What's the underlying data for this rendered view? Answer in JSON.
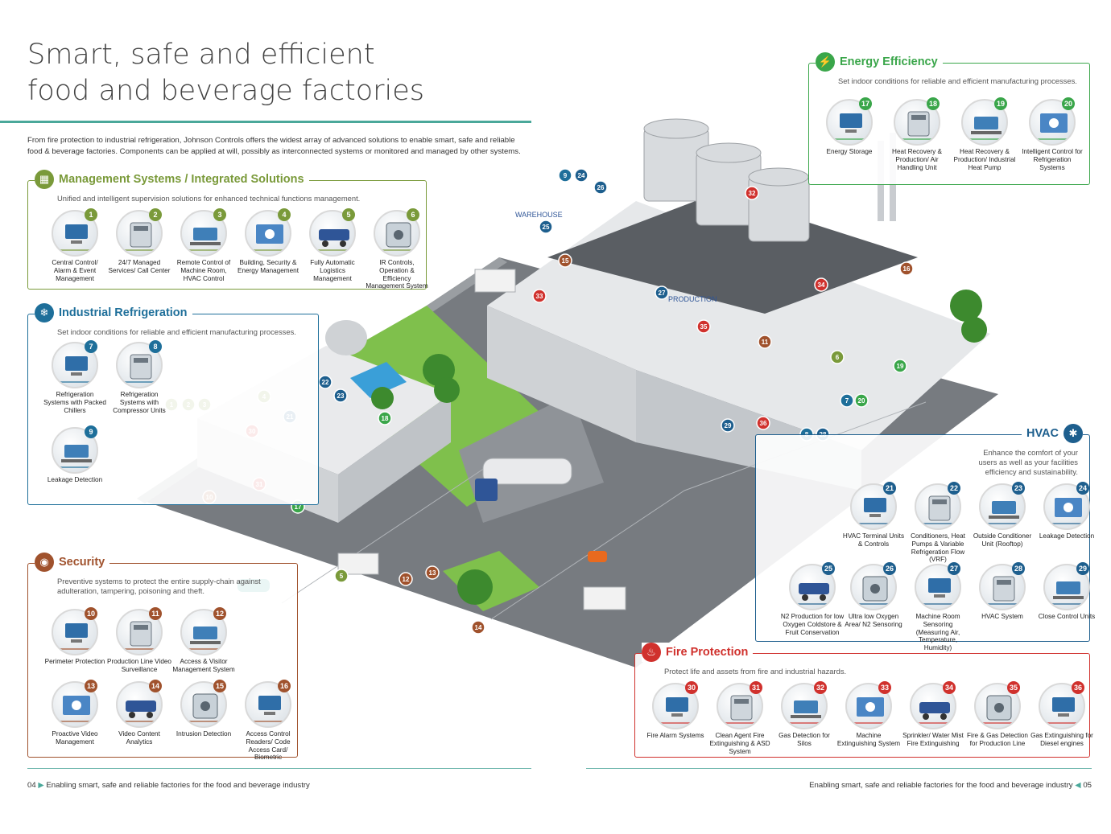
{
  "title": {
    "line1": "Smart, safe and efficient",
    "line2": "food and beverage factories"
  },
  "intro": "From fire protection to industrial refrigeration, Johnson Controls offers the widest array of advanced solutions to enable smart, safe and reliable food & beverage factories. Components can be applied at will, possibly as interconnected systems or monitored and managed by other systems.",
  "colors": {
    "management": "#7a9a3a",
    "refrigeration": "#1e6f9a",
    "security": "#a0522d",
    "energy": "#3aa64a",
    "hvac": "#1e5f8e",
    "fire": "#d0312d",
    "rule": "#4aa89a"
  },
  "scene": {
    "warehouse": "WAREHOUSE",
    "production": "PRODUCTION"
  },
  "sections": {
    "management": {
      "title": "Management Systems / Integrated Solutions",
      "desc": "Unified and intelligent supervision solutions for enhanced technical functions management.",
      "items": [
        {
          "num": "1",
          "label": "Central Control/ Alarm & Event Management",
          "icon": "monitor-icon"
        },
        {
          "num": "2",
          "label": "24/7 Managed Services/ Call Center",
          "icon": "keypad-icon"
        },
        {
          "num": "3",
          "label": "Remote Control of Machine Room, HVAC Control",
          "icon": "laptop-icon"
        },
        {
          "num": "4",
          "label": "Building, Security & Energy Management",
          "icon": "dashboard-icon"
        },
        {
          "num": "5",
          "label": "Fully Automatic Logistics Management",
          "icon": "truck-icon"
        },
        {
          "num": "6",
          "label": "IR Controls, Operation & Efficiency Management System",
          "icon": "controller-icon"
        }
      ]
    },
    "refrigeration": {
      "title": "Industrial Refrigeration",
      "desc": "Set indoor conditions for reliable and efficient manufacturing processes.",
      "items": [
        {
          "num": "7",
          "label": "Refrigeration Systems with Packed Chillers",
          "icon": "chiller-icon"
        },
        {
          "num": "8",
          "label": "Refrigeration Systems with Compressor Units",
          "icon": "compressor-icon"
        },
        {
          "num": "9",
          "label": "Leakage Detection",
          "icon": "leak-sensor-icon"
        }
      ]
    },
    "security": {
      "title": "Security",
      "desc": "Preventive systems to protect the entire supply-chain against adulteration, tampering, poisoning and theft.",
      "items": [
        {
          "num": "10",
          "label": "Perimeter Protection",
          "icon": "intruder-icon"
        },
        {
          "num": "11",
          "label": "Production Line Video Surveillance",
          "icon": "camera-icon"
        },
        {
          "num": "12",
          "label": "Access & Visitor Management System",
          "icon": "access-terminal-icon"
        },
        {
          "num": "13",
          "label": "Proactive Video Management",
          "icon": "video-server-icon"
        },
        {
          "num": "14",
          "label": "Video Content Analytics",
          "icon": "bullet-camera-icon"
        },
        {
          "num": "15",
          "label": "Intrusion Detection",
          "icon": "door-sensor-icon"
        },
        {
          "num": "16",
          "label": "Access Control Readers/ Code Access Card/ Biometric",
          "icon": "card-reader-icon"
        }
      ]
    },
    "energy": {
      "title": "Energy Efficiency",
      "desc": "Set indoor conditions for reliable and efficient manufacturing processes.",
      "items": [
        {
          "num": "17",
          "label": "Energy Storage",
          "icon": "battery-cabinet-icon"
        },
        {
          "num": "18",
          "label": "Heat Recovery & Production/ Air Handling Unit",
          "icon": "heat-recovery-icon"
        },
        {
          "num": "19",
          "label": "Heat Recovery & Production/ Industrial Heat Pump",
          "icon": "heat-pump-icon"
        },
        {
          "num": "20",
          "label": "Intelligent Control for Refrigeration Systems",
          "icon": "control-panel-icon"
        }
      ]
    },
    "hvac": {
      "title": "HVAC",
      "desc": "Enhance the comfort of your users as well as your facilities efficiency and sustainability.",
      "items": [
        {
          "num": "21",
          "label": "HVAC Terminal Units & Controls",
          "icon": "terminal-unit-icon"
        },
        {
          "num": "22",
          "label": "Conditioners, Heat Pumps & Variable Refrigeration Flow (VRF)",
          "icon": "vrf-icon"
        },
        {
          "num": "23",
          "label": "Outside Conditioner Unit (Rooftop)",
          "icon": "rooftop-unit-icon"
        },
        {
          "num": "24",
          "label": "Leakage Detection",
          "icon": "leak-sensor-icon"
        },
        {
          "num": "25",
          "label": "N2 Production for low Oxygen Coldstore & Fruit Conservation",
          "icon": "n2-generator-icon"
        },
        {
          "num": "26",
          "label": "Ultra low Oxygen Area/ N2 Sensoring",
          "icon": "oxygen-sensor-icon"
        },
        {
          "num": "27",
          "label": "Machine Room Sensoring (Measuring Air, Temperature, Humidity)",
          "icon": "room-sensor-icon"
        },
        {
          "num": "28",
          "label": "HVAC System",
          "icon": "hvac-system-icon"
        },
        {
          "num": "29",
          "label": "Close Control Units",
          "icon": "close-control-icon"
        }
      ]
    },
    "fire": {
      "title": "Fire Protection",
      "desc": "Protect life and assets from fire and industrial hazards.",
      "items": [
        {
          "num": "30",
          "label": "Fire Alarm Systems",
          "icon": "fire-alarm-panel-icon"
        },
        {
          "num": "31",
          "label": "Clean Agent Fire Extinguishing & ASD System",
          "icon": "server-rack-icon"
        },
        {
          "num": "32",
          "label": "Gas Detection for Silos",
          "icon": "gas-detector-icon"
        },
        {
          "num": "33",
          "label": "Machine Extinguishing System",
          "icon": "gas-cylinders-icon"
        },
        {
          "num": "34",
          "label": "Sprinkler/ Water Mist Fire Extinguishing",
          "icon": "sprinkler-icon"
        },
        {
          "num": "35",
          "label": "Fire & Gas Detection for Production Line",
          "icon": "flame-detector-icon"
        },
        {
          "num": "36",
          "label": "Gas Extinguishing for Diesel engines",
          "icon": "extinguishing-cylinders-icon"
        }
      ]
    }
  },
  "footer": {
    "left_page": "04",
    "left_text": "Enabling smart, safe and reliable factories for the food and beverage industry",
    "right_text": "Enabling smart, safe and reliable factories for the food and beverage industry",
    "right_page": "05"
  }
}
